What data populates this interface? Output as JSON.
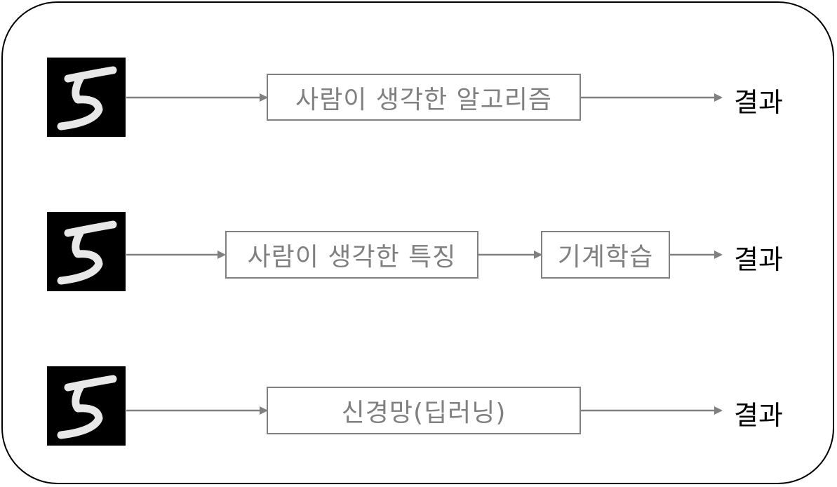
{
  "rows": [
    {
      "steps": [
        "사람이 생각한 알고리즘"
      ],
      "result": "결과"
    },
    {
      "steps": [
        "사람이 생각한 특징",
        "기계학습"
      ],
      "result": "결과"
    },
    {
      "steps": [
        "신경망(딥러닝)"
      ],
      "result": "결과"
    }
  ],
  "colors": {
    "arrow": "#808080",
    "box_border": "#808080",
    "box_text": "#808080",
    "result_text": "#000000",
    "frame": "#000000"
  },
  "icon": "handwritten-digit-5-image"
}
